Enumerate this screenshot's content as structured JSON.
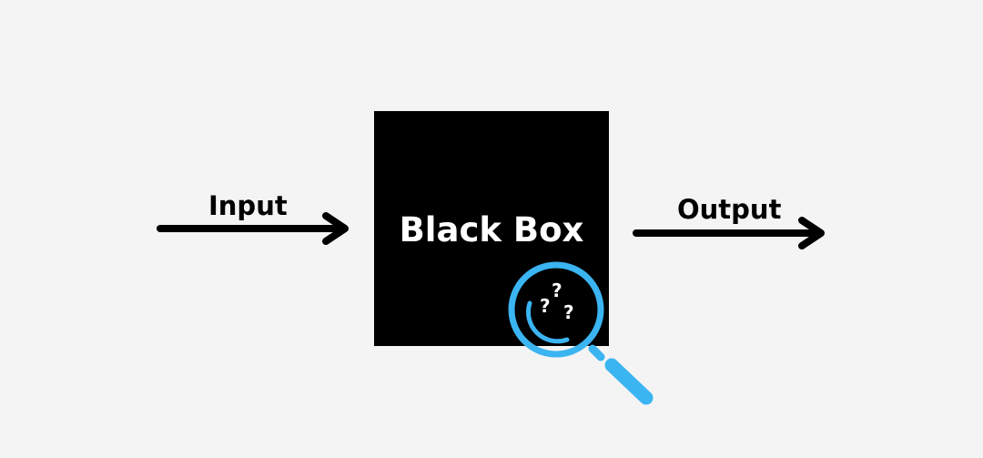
{
  "diagram": {
    "input_label": "Input",
    "output_label": "Output",
    "box_label": "Black Box",
    "question_marks": [
      "?",
      "?",
      "?"
    ],
    "icons": {
      "input_arrow": "arrow-right-icon",
      "output_arrow": "arrow-right-icon",
      "magnifier": "magnifying-glass-icon"
    },
    "colors": {
      "background": "#f4f4f4",
      "box": "#000000",
      "arrow": "#000000",
      "magnifier": "#3bb4f2",
      "box_text": "#ffffff"
    }
  }
}
